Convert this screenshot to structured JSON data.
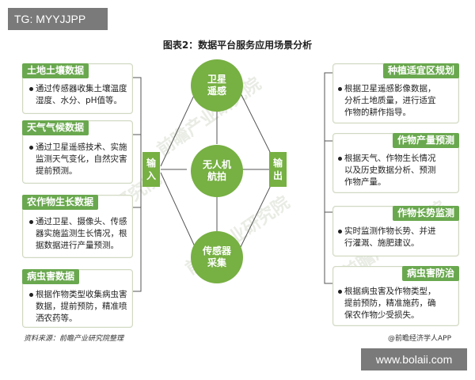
{
  "tag": "TG: MYYJJPP",
  "site": "www.bolaii.com",
  "title": "图表2：数据平台服务应用场景分析",
  "watermark": "前瞻产业研究院",
  "left": [
    {
      "label": "土地土壤数据",
      "lines": [
        "通过传感器收集土壤温度",
        "湿度、水分、pH值等。"
      ]
    },
    {
      "label": "天气气候数据",
      "lines": [
        "通过卫星遥感技术、实施",
        "监测天气变化，自然灾害",
        "提前预测。"
      ]
    },
    {
      "label": "农作物生长数据",
      "lines": [
        "通过卫星、摄像头、传感",
        "器实施监测生长情况，根",
        "据数据进行产量预测。"
      ]
    },
    {
      "label": "病虫害数据",
      "lines": [
        "根据作物类型收集病虫害",
        "数据，提前预防，精准喷",
        "洒农药等。"
      ]
    }
  ],
  "right": [
    {
      "label": "种植适宜区规划",
      "lines": [
        "根据卫星遥感影像数据，",
        "分析土地质量，进行适宜",
        "作物的耕作指导。"
      ]
    },
    {
      "label": "作物产量预测",
      "lines": [
        "根据天气、作物生长情况",
        "以及历史数据分析、预测",
        "作物产量。"
      ]
    },
    {
      "label": "作物长势监测",
      "lines": [
        "实时监测作物长势、并进",
        "行灌溉、施肥建议。"
      ]
    },
    {
      "label": "病虫害防治",
      "lines": [
        "根据病虫害及作物类型，",
        "提前预防，精准施药，确",
        "保农作物少受损失。"
      ]
    }
  ],
  "center": {
    "input_label": "输入",
    "output_label": "输出",
    "nodes": [
      "卫星遥感",
      "无人机航拍",
      "传感器采集"
    ]
  },
  "footer": {
    "source": "资料来源：前瞻产业研究院整理",
    "copyright": "@前瞻经济学人APP"
  },
  "colors": {
    "accent": "#6aa84f",
    "node": "#77b043",
    "line": "#555555"
  }
}
